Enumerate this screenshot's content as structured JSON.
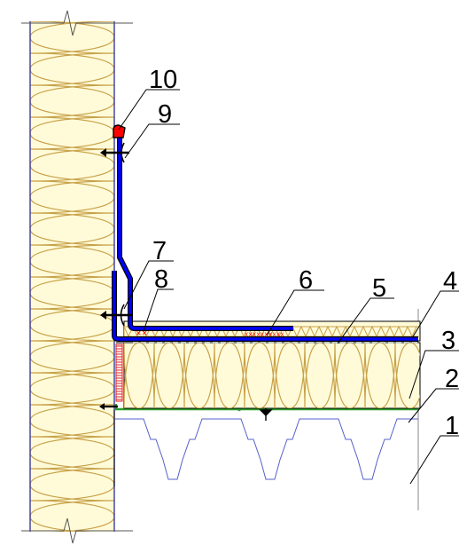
{
  "callouts": [
    {
      "id": "c1",
      "label": "1"
    },
    {
      "id": "c2",
      "label": "2"
    },
    {
      "id": "c3",
      "label": "3"
    },
    {
      "id": "c4",
      "label": "4"
    },
    {
      "id": "c5",
      "label": "5"
    },
    {
      "id": "c6",
      "label": "6"
    },
    {
      "id": "c7",
      "label": "7"
    },
    {
      "id": "c8",
      "label": "8"
    },
    {
      "id": "c9",
      "label": "9"
    },
    {
      "id": "c10",
      "label": "10"
    }
  ],
  "sealant_marks": "xxxxxxxxxx",
  "colors": {
    "insulation_fill": "#fffbd9",
    "insulation_stroke": "#c8a24a",
    "membrane": "#0000ff",
    "vapor_barrier": "#2ea12e",
    "sealant_cap": "#ff0000",
    "outline": "#000000",
    "wall_frame": "#3a3aa0",
    "deck": "#5560c8"
  }
}
